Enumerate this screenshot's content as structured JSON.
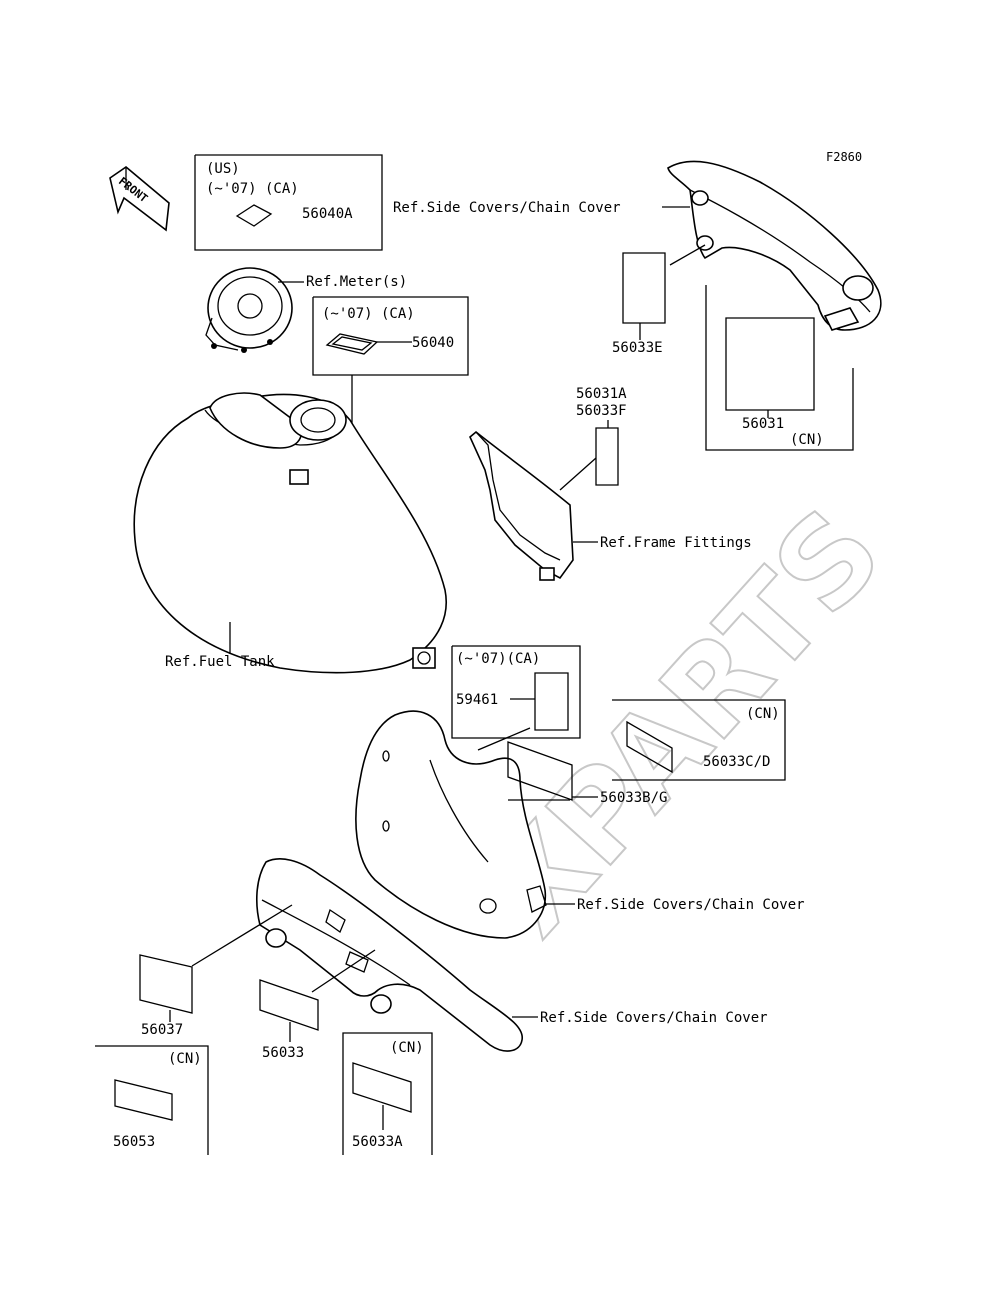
{
  "figure_code": "F2860",
  "front_label": "FRONT",
  "watermark": "XPARTS",
  "boxes": {
    "us_ca": {
      "line1": "(US)",
      "line2": "(~'07) (CA)",
      "part": "56040A"
    },
    "ca_56040": {
      "header": "(~'07) (CA)",
      "part": "56040"
    },
    "cn_56031": {
      "part": "56031",
      "region": "(CN)"
    },
    "ca_59461": {
      "header": "(~'07)(CA)",
      "part": "59461"
    },
    "cn_56033cd": {
      "region": "(CN)",
      "part": "56033C/D"
    },
    "cn_56053": {
      "region": "(CN)",
      "part": "56053"
    },
    "cn_56033a": {
      "region": "(CN)",
      "part": "56033A"
    }
  },
  "labels": {
    "ref_side_covers_top": "Ref.Side Covers/Chain Cover",
    "ref_meter": "Ref.Meter(s)",
    "part_56033e": "56033E",
    "part_56031a": "56031A",
    "part_56033f": "56033F",
    "ref_frame_fittings": "Ref.Frame Fittings",
    "ref_fuel_tank": "Ref.Fuel Tank",
    "part_56033bg": "56033B/G",
    "ref_side_covers_mid": "Ref.Side Covers/Chain Cover",
    "ref_side_covers_bottom": "Ref.Side Covers/Chain Cover",
    "part_56037": "56037",
    "part_56033": "56033"
  }
}
